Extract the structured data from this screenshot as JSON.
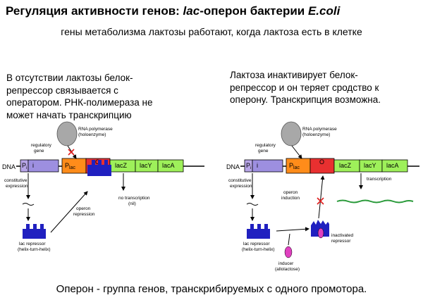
{
  "title": {
    "prefix": "Регуляция активности генов:  ",
    "lac": "lac",
    "middle": "-оперон бактерии ",
    "ecoli": "E.coli"
  },
  "subtitle": "гены метаболизма лактозы работают, когда лактоза есть в клетке",
  "left_text": [
    "В отсутствии лактозы белок-",
    "репрессор связывается с",
    "оператором. РНК-полимераза не",
    "может начать транскрипцию"
  ],
  "right_text": [
    "Лактоза инактивирует  белок-",
    "репрессор и он теряет сродство к",
    "оперону. Транскрипция возможна."
  ],
  "footer": "Оперон - группа генов, транскрибируемых с одного промотора.",
  "diagram_left": {
    "dna": "DNA",
    "genes": {
      "pi": "P",
      "pi_sub": "i",
      "i": "i",
      "plac": "P",
      "plac_sub": "lac",
      "o": "O",
      "lacz": "lacZ",
      "lacy": "lacY",
      "laca": "lacA"
    },
    "rna_pol": [
      "RNA polymerase",
      "(holoenzyme)"
    ],
    "regulatory_gene": [
      "regulatory",
      "gene"
    ],
    "constitutive": [
      "constitutive",
      "expression"
    ],
    "repressor": [
      "lac repressor",
      "(helix-turn-helix)"
    ],
    "operon_repression": [
      "operon",
      "repression"
    ],
    "no_transcription": [
      "no transcription",
      "(nil)"
    ]
  },
  "diagram_right": {
    "dna": "DNA",
    "genes": {
      "pi": "P",
      "pi_sub": "i",
      "i": "i",
      "plac": "P",
      "plac_sub": "lac",
      "o": "O",
      "lacz": "lacZ",
      "lacy": "lacY",
      "laca": "lacA"
    },
    "rna_pol": [
      "RNA polymerase",
      "(holoenzyme)"
    ],
    "regulatory_gene": [
      "regulatory",
      "gene"
    ],
    "constitutive": [
      "constitutive",
      "expression"
    ],
    "repressor": [
      "lac repressor",
      "(helix-turn-helix)"
    ],
    "operon_induction": [
      "operon",
      "induction"
    ],
    "transcription": "transcription",
    "inactivated": [
      "inactivated",
      "repressor"
    ],
    "inducer": [
      "inducer",
      "(allolactose)"
    ]
  },
  "colors": {
    "promoter_i": "#b8a6e8",
    "gene_i": "#9d8fe0",
    "plac": "#ff8c1a",
    "operator": "#e83030",
    "genes": "#9ef05a",
    "repressor": "#2020c0",
    "polymerase": "#a8a8a8",
    "inducer": "#e040c0",
    "mrna": "#2a9a3a",
    "cross": "#e02020"
  }
}
